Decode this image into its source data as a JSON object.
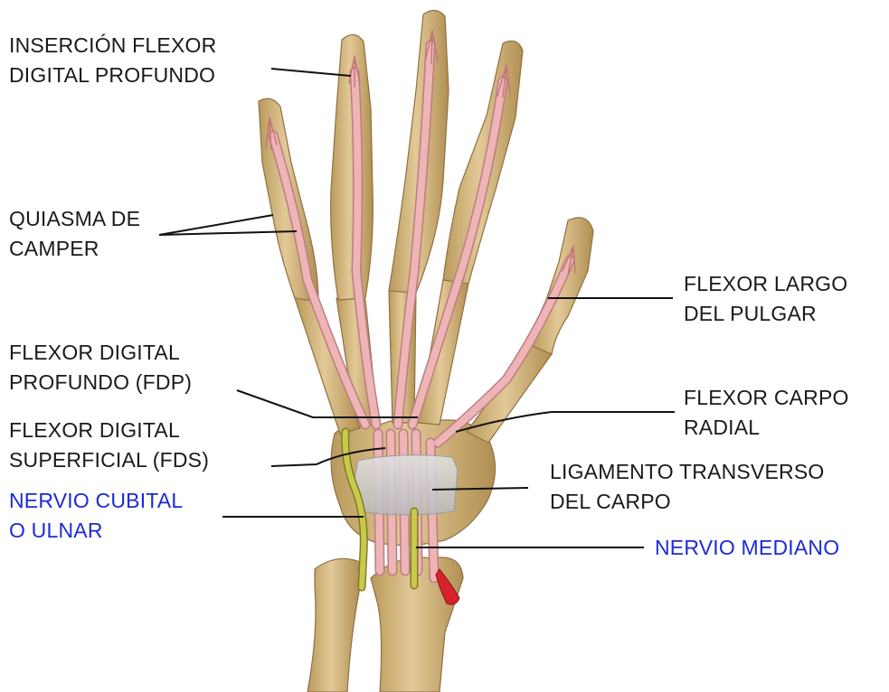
{
  "colors": {
    "bone": "#d9bd86",
    "bone_shadow": "#a98a4e",
    "tendon": "#eeb4b6",
    "tendon_outline": "#b97e82",
    "ligament": "#c9c9cb",
    "nerve": "#c9c94b",
    "nerve_outline": "#7d7d25",
    "artery": "#d7222b",
    "label_text": "#1a1a1a",
    "nerve_label_text": "#1d2ad6",
    "leader_line": "#111111"
  },
  "labels": {
    "insercion_fdp": [
      "INSERCIÓN FLEXOR",
      "DIGITAL PROFUNDO"
    ],
    "quiasma": [
      "QUIASMA DE",
      "CAMPER"
    ],
    "fdp": [
      "FLEXOR DIGITAL",
      "PROFUNDO (FDP)"
    ],
    "fds": [
      "FLEXOR DIGITAL",
      "SUPERFICIAL (FDS)"
    ],
    "nervio_cubital": [
      "NERVIO CUBITAL",
      "O ULNAR"
    ],
    "flexor_largo_pulgar": [
      "FLEXOR LARGO",
      "DEL PULGAR"
    ],
    "flexor_carpo_radial": [
      "FLEXOR CARPO",
      "RADIAL"
    ],
    "ligamento_transverso": [
      "LIGAMENTO TRANSVERSO",
      "DEL CARPO"
    ],
    "nervio_mediano": [
      "NERVIO MEDIANO"
    ]
  }
}
